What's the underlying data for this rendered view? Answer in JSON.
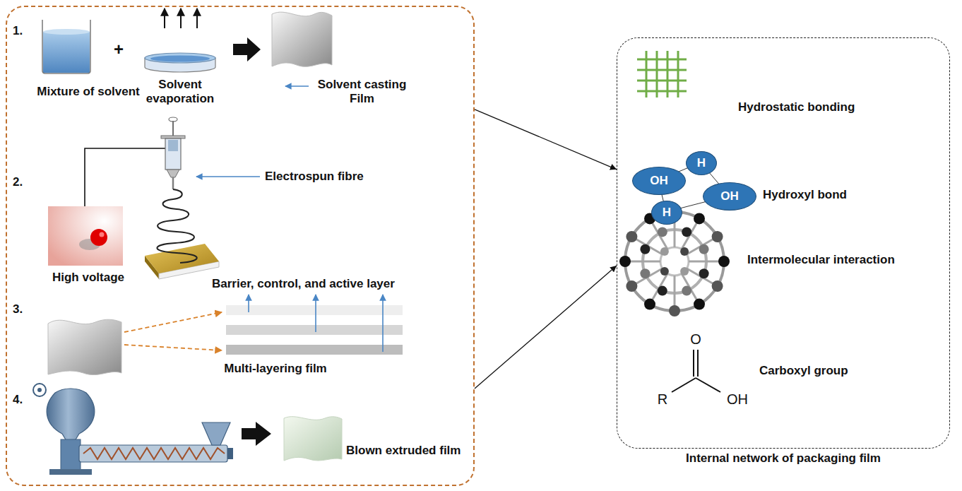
{
  "diagram": {
    "nodes": [
      {
        "text": []
      },
      {
        "text": [
          "Internal network of packaging film"
        ]
      },
      {
        "text": [
          "OH"
        ],
        "in": 1
      },
      {
        "text": [
          "H"
        ],
        "in": 1
      },
      {
        "text": [
          "OH"
        ],
        "in": 1
      },
      {
        "text": [
          "H"
        ],
        "in": 1
      }
    ],
    "edges": [
      {
        "from": 0,
        "to": 1,
        "arrow": "to"
      },
      {
        "from": 0,
        "to": 1,
        "arrow": "to"
      }
    ],
    "labels": [
      "1.",
      "Mixture of solvent",
      "+",
      "Solvent evaporation",
      "Solvent casting Film",
      "2.",
      "Electrospun fibre",
      "High voltage",
      "Barrier, control, and active layer",
      "3.",
      "Multi-layering film",
      "4.",
      "Blown extruded film",
      "Hydrostatic bonding",
      "Hydroxyl bond",
      "Intermolecular interaction",
      "Carboxyl group",
      "O",
      "R",
      "OH"
    ]
  }
}
